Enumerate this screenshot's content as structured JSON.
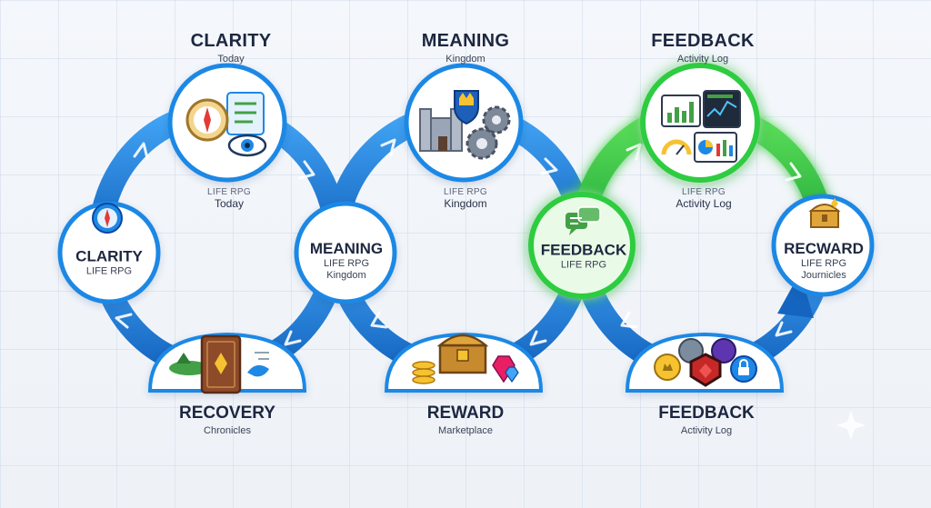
{
  "top_nodes": [
    {
      "title": "CLARITY",
      "subtitle": "Today",
      "caption_line1": "LIFE RPG",
      "caption_line2": "Today"
    },
    {
      "title": "MEANING",
      "subtitle": "Kingdom",
      "caption_line1": "LIFE RPG",
      "caption_line2": "Kingdom"
    },
    {
      "title": "FEEDBACK",
      "subtitle": "Activity Log",
      "caption_line1": "LIFE RPG",
      "caption_line2": "Activity Log"
    }
  ],
  "middle_nodes": [
    {
      "title": "CLARITY",
      "line1": "LIFE RPG",
      "line2": ""
    },
    {
      "title": "MEANING",
      "line1": "LIFE RPG",
      "line2": "Kingdom"
    },
    {
      "title": "FEEDBACK",
      "line1": "LIFE RPG",
      "line2": ""
    },
    {
      "title": "RECWARD",
      "line1": "LIFE RPG",
      "line2": "Journicles"
    }
  ],
  "bottom_nodes": [
    {
      "title": "RECOVERY",
      "subtitle": "Chronicles"
    },
    {
      "title": "REWARD",
      "subtitle": "Marketplace"
    },
    {
      "title": "FEEDBACK",
      "subtitle": "Activity Log"
    }
  ],
  "colors": {
    "blue": "#1e88e5",
    "blue_light": "#4fc3f7",
    "green": "#2ecc40",
    "text": "#1d2740"
  },
  "icons": [
    "compass-checklist-eye-icon",
    "castle-crown-gears-icon",
    "dashboard-charts-icon",
    "compass-icon",
    "chat-bubbles-icon",
    "treasure-chest-icon",
    "journal-book-icon",
    "treasure-gold-gem-icon",
    "badges-lock-icon"
  ]
}
